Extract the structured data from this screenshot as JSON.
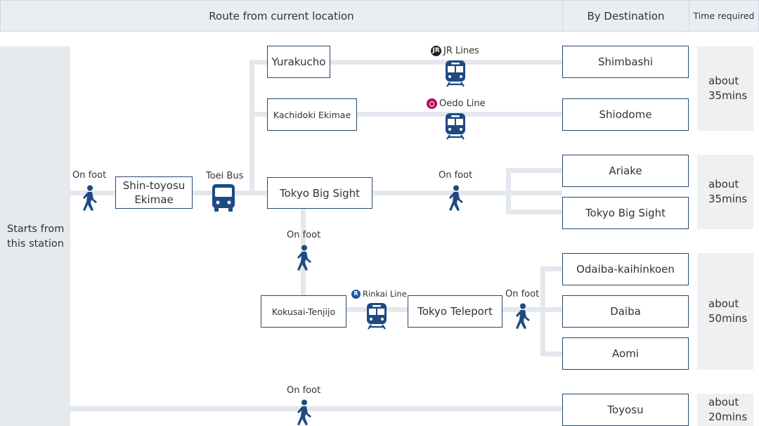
{
  "header": {
    "route": "Route from current location",
    "destination": "By Destination",
    "time": "Time required"
  },
  "start": {
    "line1": "Starts from",
    "line2": "this station"
  },
  "stations": {
    "shin_toyosu": {
      "line1": "Shin-toyosu",
      "line2": "Ekimae"
    },
    "yurakucho": "Yurakucho",
    "kachidoki": "Kachidoki Ekimae",
    "tokyo_big_sight": "Tokyo Big Sight",
    "kokusai_tenjijo": "Kokusai-Tenjijo",
    "tokyo_teleport": "Tokyo Teleport"
  },
  "destinations": {
    "shimbashi": "Shimbashi",
    "shiodome": "Shiodome",
    "ariake": "Ariake",
    "tokyo_big_sight": "Tokyo Big Sight",
    "odaiba": "Odaiba-kaihinkoen",
    "daiba": "Daiba",
    "aomi": "Aomi",
    "toyosu": "Toyosu"
  },
  "times": {
    "group1": {
      "line1": "about",
      "line2": "35mins"
    },
    "group2": {
      "line1": "about",
      "line2": "35mins"
    },
    "group3": {
      "line1": "about",
      "line2": "50mins"
    },
    "group4": {
      "line1": "about",
      "line2": "20mins"
    }
  },
  "modes": {
    "on_foot": "On foot",
    "toei_bus": "Toei Bus",
    "jr_lines": "JR Lines",
    "oedo_line": "Oedo Line",
    "rinkai_line": "Rinkai Line"
  },
  "icons": {
    "walk": "walking-person-icon",
    "bus": "bus-icon",
    "train": "train-icon",
    "jr": "jr-logo-icon",
    "oedo": "oedo-line-logo-icon",
    "rinkai": "rinkai-line-logo-icon"
  },
  "colors": {
    "icon_navy": "#1e4a80",
    "box_border": "#27476e",
    "line_gray": "#e3e8ee",
    "oedo_magenta": "#b6005b",
    "rinkai_blue": "#1a5aa8"
  }
}
